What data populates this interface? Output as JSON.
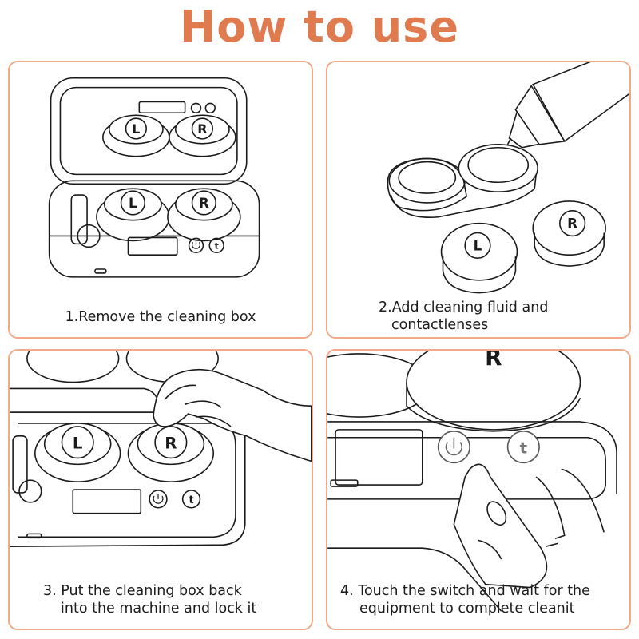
{
  "header": {
    "title": "How  to use",
    "title_color": "#e07a4f"
  },
  "colors": {
    "panel_border": "#f0a98a",
    "line_art": "#1a1a1a"
  },
  "steps": [
    {
      "illustration": "cleaning-box-lid-open",
      "lens_labels": [
        "L",
        "R",
        "L",
        "R"
      ],
      "button_labels": [
        "t"
      ],
      "caption_lines": [
        "1.Remove the cleaning box"
      ]
    },
    {
      "illustration": "lens-case-with-dropper",
      "lens_labels": [
        "L",
        "R"
      ],
      "caption_lines": [
        "2.Add cleaning fluid and",
        "contactlenses"
      ]
    },
    {
      "illustration": "hand-pressing-box-into-machine",
      "lens_labels": [
        "L",
        "R"
      ],
      "button_labels": [
        "t"
      ],
      "caption_lines": [
        "3. Put the cleaning box back",
        "into the machine and lock it"
      ]
    },
    {
      "illustration": "finger-touching-power-switch",
      "lens_labels": [
        "R"
      ],
      "button_labels": [
        "t"
      ],
      "caption_lines": [
        "4. Touch the switch and wait  for the",
        "equipment to complete cleanit"
      ]
    }
  ],
  "icons": [
    "power-icon",
    "dropper-icon",
    "hand-icon",
    "finger-icon"
  ]
}
